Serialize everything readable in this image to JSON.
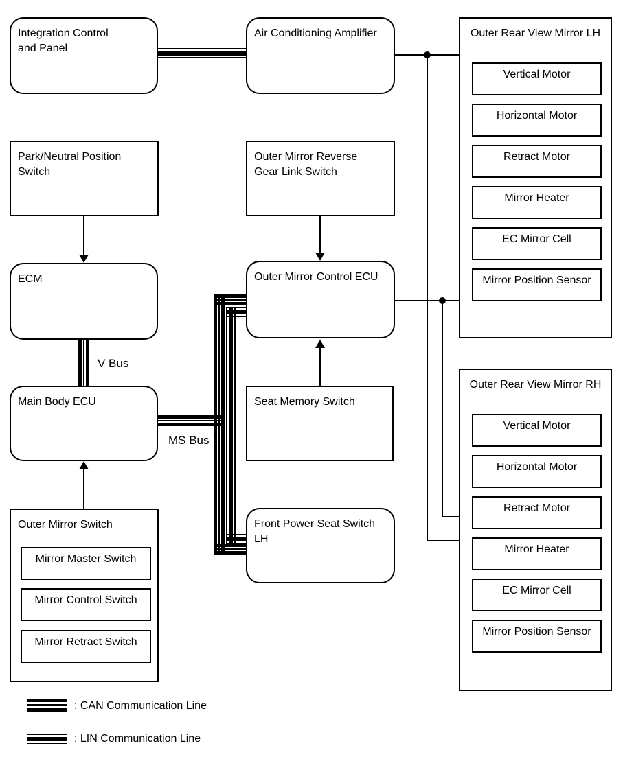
{
  "nodes": {
    "integration_control": {
      "label": "Integration Control\nand Panel"
    },
    "ac_amplifier": {
      "label": "Air Conditioning Amplifier"
    },
    "park_neutral_switch": {
      "label": "Park/Neutral Position\nSwitch"
    },
    "reverse_gear_switch": {
      "label": "Outer Mirror Reverse\nGear Link Switch"
    },
    "ecm": {
      "label": "ECM"
    },
    "outer_mirror_control_ecu": {
      "label": "Outer Mirror Control ECU"
    },
    "main_body_ecu": {
      "label": "Main Body ECU"
    },
    "seat_memory_switch": {
      "label": "Seat Memory Switch"
    },
    "front_power_seat_switch": {
      "label": "Front Power Seat Switch\nLH"
    },
    "outer_mirror_switch": {
      "label": "Outer Mirror Switch",
      "items": [
        "Mirror Master Switch",
        "Mirror Control Switch",
        "Mirror Retract Switch"
      ]
    },
    "outer_mirror_lh": {
      "label": "Outer Rear View Mirror LH",
      "items": [
        "Vertical Motor",
        "Horizontal Motor",
        "Retract Motor",
        "Mirror Heater",
        "EC Mirror Cell",
        "Mirror Position Sensor"
      ]
    },
    "outer_mirror_rh": {
      "label": "Outer Rear View Mirror RH",
      "items": [
        "Vertical Motor",
        "Horizontal Motor",
        "Retract Motor",
        "Mirror Heater",
        "EC Mirror Cell",
        "Mirror Position Sensor"
      ]
    }
  },
  "bus_labels": {
    "v_bus": "V Bus",
    "ms_bus": "MS Bus"
  },
  "legend": {
    "can": ": CAN Communication Line",
    "lin": ": LIN Communication Line"
  },
  "colors": {
    "line": "#000000",
    "background": "#ffffff"
  }
}
